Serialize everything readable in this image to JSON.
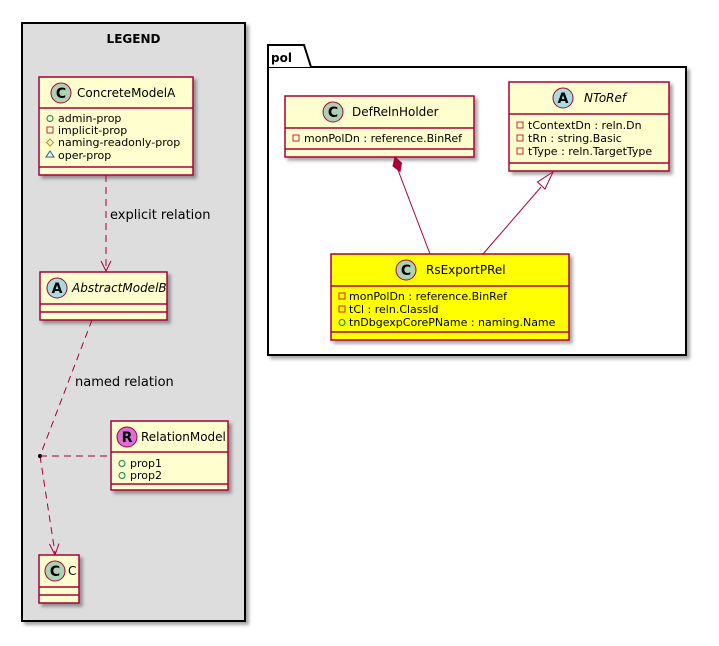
{
  "legend": {
    "title": "LEGEND",
    "concrete_model": {
      "stereotype": "C",
      "name": "ConcreteModelA",
      "attrs": [
        {
          "vis": "+",
          "name": "admin-prop"
        },
        {
          "vis": "-",
          "name": "implicit-prop"
        },
        {
          "vis": "#",
          "name": "naming-readonly-prop"
        },
        {
          "vis": "~",
          "name": "oper-prop"
        }
      ]
    },
    "abstract_model": {
      "stereotype": "A",
      "name": "AbstractModelB"
    },
    "relation_model": {
      "stereotype": "R",
      "name": "RelationModel",
      "attrs": [
        {
          "vis": "+",
          "name": "prop1"
        },
        {
          "vis": "+",
          "name": "prop2"
        }
      ]
    },
    "class_c": {
      "stereotype": "C",
      "name": "C"
    },
    "explicit_label": "explicit relation",
    "named_label": "named relation"
  },
  "package": {
    "name": "pol",
    "def_reln_holder": {
      "stereotype": "C",
      "name": "DefRelnHolder",
      "attrs": [
        {
          "vis": "-",
          "name": "monPolDn : reference.BinRef"
        }
      ]
    },
    "nto_ref": {
      "stereotype": "A",
      "name": "NToRef",
      "attrs": [
        {
          "vis": "-",
          "name": "tContextDn : reln.Dn"
        },
        {
          "vis": "-",
          "name": "tRn : string.Basic"
        },
        {
          "vis": "-",
          "name": "tType : reln.TargetType"
        }
      ]
    },
    "rs_export_prel": {
      "stereotype": "C",
      "name": "RsExportPRel",
      "attrs": [
        {
          "vis": "-",
          "name": "monPolDn : reference.BinRef"
        },
        {
          "vis": "-",
          "name": "tCl : reln.ClassId"
        },
        {
          "vis": "+",
          "name": "tnDbgexpCorePName : naming.Name"
        }
      ]
    }
  },
  "colors": {
    "class_fill": "#FEFECE",
    "border": "#A80036",
    "highlight": "#FFFF00",
    "legend_bg": "#DDDDDD",
    "stereo_c": "#ADD1B2",
    "stereo_a": "#A9DCDF",
    "stereo_r": "#DA70D6"
  }
}
